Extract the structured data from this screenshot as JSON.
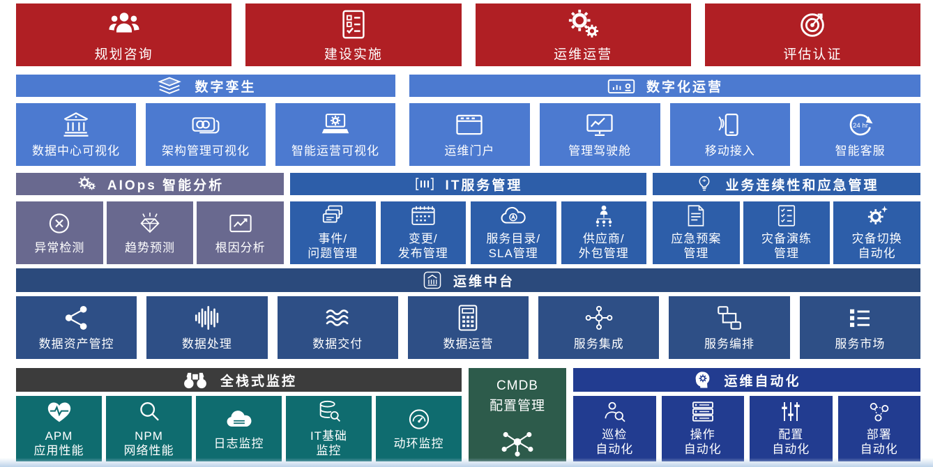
{
  "top_banners": [
    {
      "label": "规划咨询",
      "icon": "people-group-icon"
    },
    {
      "label": "建设实施",
      "icon": "checklist-icon"
    },
    {
      "label": "运维运营",
      "icon": "gears-icon"
    },
    {
      "label": "评估认证",
      "icon": "target-icon"
    }
  ],
  "digital_twin": {
    "title": "数字孪生",
    "icon": "layers-icon",
    "tiles": [
      {
        "label": "数据中心可视化",
        "icon": "bank-icon"
      },
      {
        "label": "架构管理可视化",
        "icon": "banknotes-icon"
      },
      {
        "label": "智能运营可视化",
        "icon": "laptop-gear-icon"
      }
    ]
  },
  "digital_ops": {
    "title": "数字化运营",
    "icon": "console-icon",
    "tiles": [
      {
        "label": "运维门户",
        "icon": "browser-icon"
      },
      {
        "label": "管理驾驶舱",
        "icon": "monitor-chart-icon"
      },
      {
        "label": "移动接入",
        "icon": "mobile-icon"
      },
      {
        "label": "智能客服",
        "icon": "service-24hr-icon"
      }
    ]
  },
  "aiops": {
    "title": "AIOps 智能分析",
    "icon": "gears-cluster-icon",
    "tiles": [
      {
        "label": "异常检测",
        "icon": "circle-x-icon"
      },
      {
        "label": "趋势预测",
        "icon": "gem-icon"
      },
      {
        "label": "根因分析",
        "icon": "chart-line-icon"
      }
    ]
  },
  "itsm": {
    "title": "IT服务管理",
    "icon": "bracket-books-icon",
    "tiles": [
      {
        "label": "事件/\n问题管理",
        "icon": "stacked-cards-icon"
      },
      {
        "label": "变更/\n发布管理",
        "icon": "calendar-icon"
      },
      {
        "label": "服务目录/\nSLA管理",
        "icon": "cloud-a-icon"
      },
      {
        "label": "供应商/\n外包管理",
        "icon": "org-tree-icon"
      }
    ]
  },
  "bcm": {
    "title": "业务连续性和应急管理",
    "icon": "bulb-icon",
    "tiles": [
      {
        "label": "应急预案\n管理",
        "icon": "plan-document-icon"
      },
      {
        "label": "灾备演练\n管理",
        "icon": "drill-checklist-icon"
      },
      {
        "label": "灾备切换\n自动化",
        "icon": "gear-spark-icon"
      }
    ]
  },
  "middle_platform": {
    "title": "运维中台",
    "icon": "building-badge-icon",
    "tiles": [
      {
        "label": "数据资产管控",
        "icon": "share-nodes-icon"
      },
      {
        "label": "数据处理",
        "icon": "waveform-icon"
      },
      {
        "label": "数据交付",
        "icon": "waves-icon"
      },
      {
        "label": "数据运营",
        "icon": "calculator-icon"
      },
      {
        "label": "服务集成",
        "icon": "linked-nodes-icon"
      },
      {
        "label": "服务编排",
        "icon": "flowchart-icon"
      },
      {
        "label": "服务市场",
        "icon": "bullet-list-icon"
      }
    ]
  },
  "monitoring": {
    "title": "全栈式监控",
    "icon": "binoculars-icon",
    "tiles": [
      {
        "label": "APM\n应用性能",
        "icon": "heart-pulse-icon"
      },
      {
        "label": "NPM\n网络性能",
        "icon": "magnifier-icon"
      },
      {
        "label": "日志监控",
        "icon": "cloud-server-icon"
      },
      {
        "label": "IT基础\n监控",
        "icon": "database-magnifier-icon"
      },
      {
        "label": "动环监控",
        "icon": "gauge-icon"
      }
    ]
  },
  "cmdb": {
    "title": "CMDB\n配置管理",
    "icon": "network-star-icon"
  },
  "automation": {
    "title": "运维自动化",
    "icon": "head-gear-icon",
    "tiles": [
      {
        "label": "巡检\n自动化",
        "icon": "person-magnifier-icon"
      },
      {
        "label": "操作\n自动化",
        "icon": "server-stack-icon"
      },
      {
        "label": "配置\n自动化",
        "icon": "sliders-icon"
      },
      {
        "label": "部署\n自动化",
        "icon": "deploy-nodes-icon"
      }
    ]
  },
  "colors": {
    "banner_red": "#B01F24",
    "light_blue": "#4C7AD0",
    "slate_purple": "#69698F",
    "mid_blue": "#2D5EA9",
    "navy_bar": "#2B4A7C",
    "navy_tile": "#2E4F86",
    "dark_gray": "#3C3C3C",
    "teal": "#0F6C6F",
    "dark_green": "#2D5B4B",
    "royal_blue": "#223C90"
  }
}
